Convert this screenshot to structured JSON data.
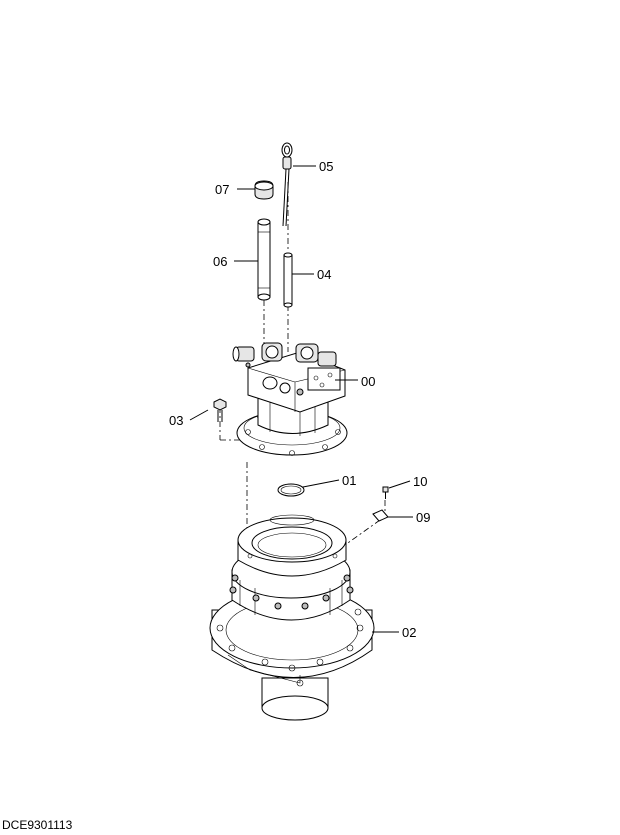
{
  "callouts": {
    "p00": "00",
    "p01": "01",
    "p02": "02",
    "p03": "03",
    "p04": "04",
    "p05": "05",
    "p06": "06",
    "p07": "07",
    "p09": "09",
    "p10": "10"
  },
  "document_id": "DCE9301113"
}
